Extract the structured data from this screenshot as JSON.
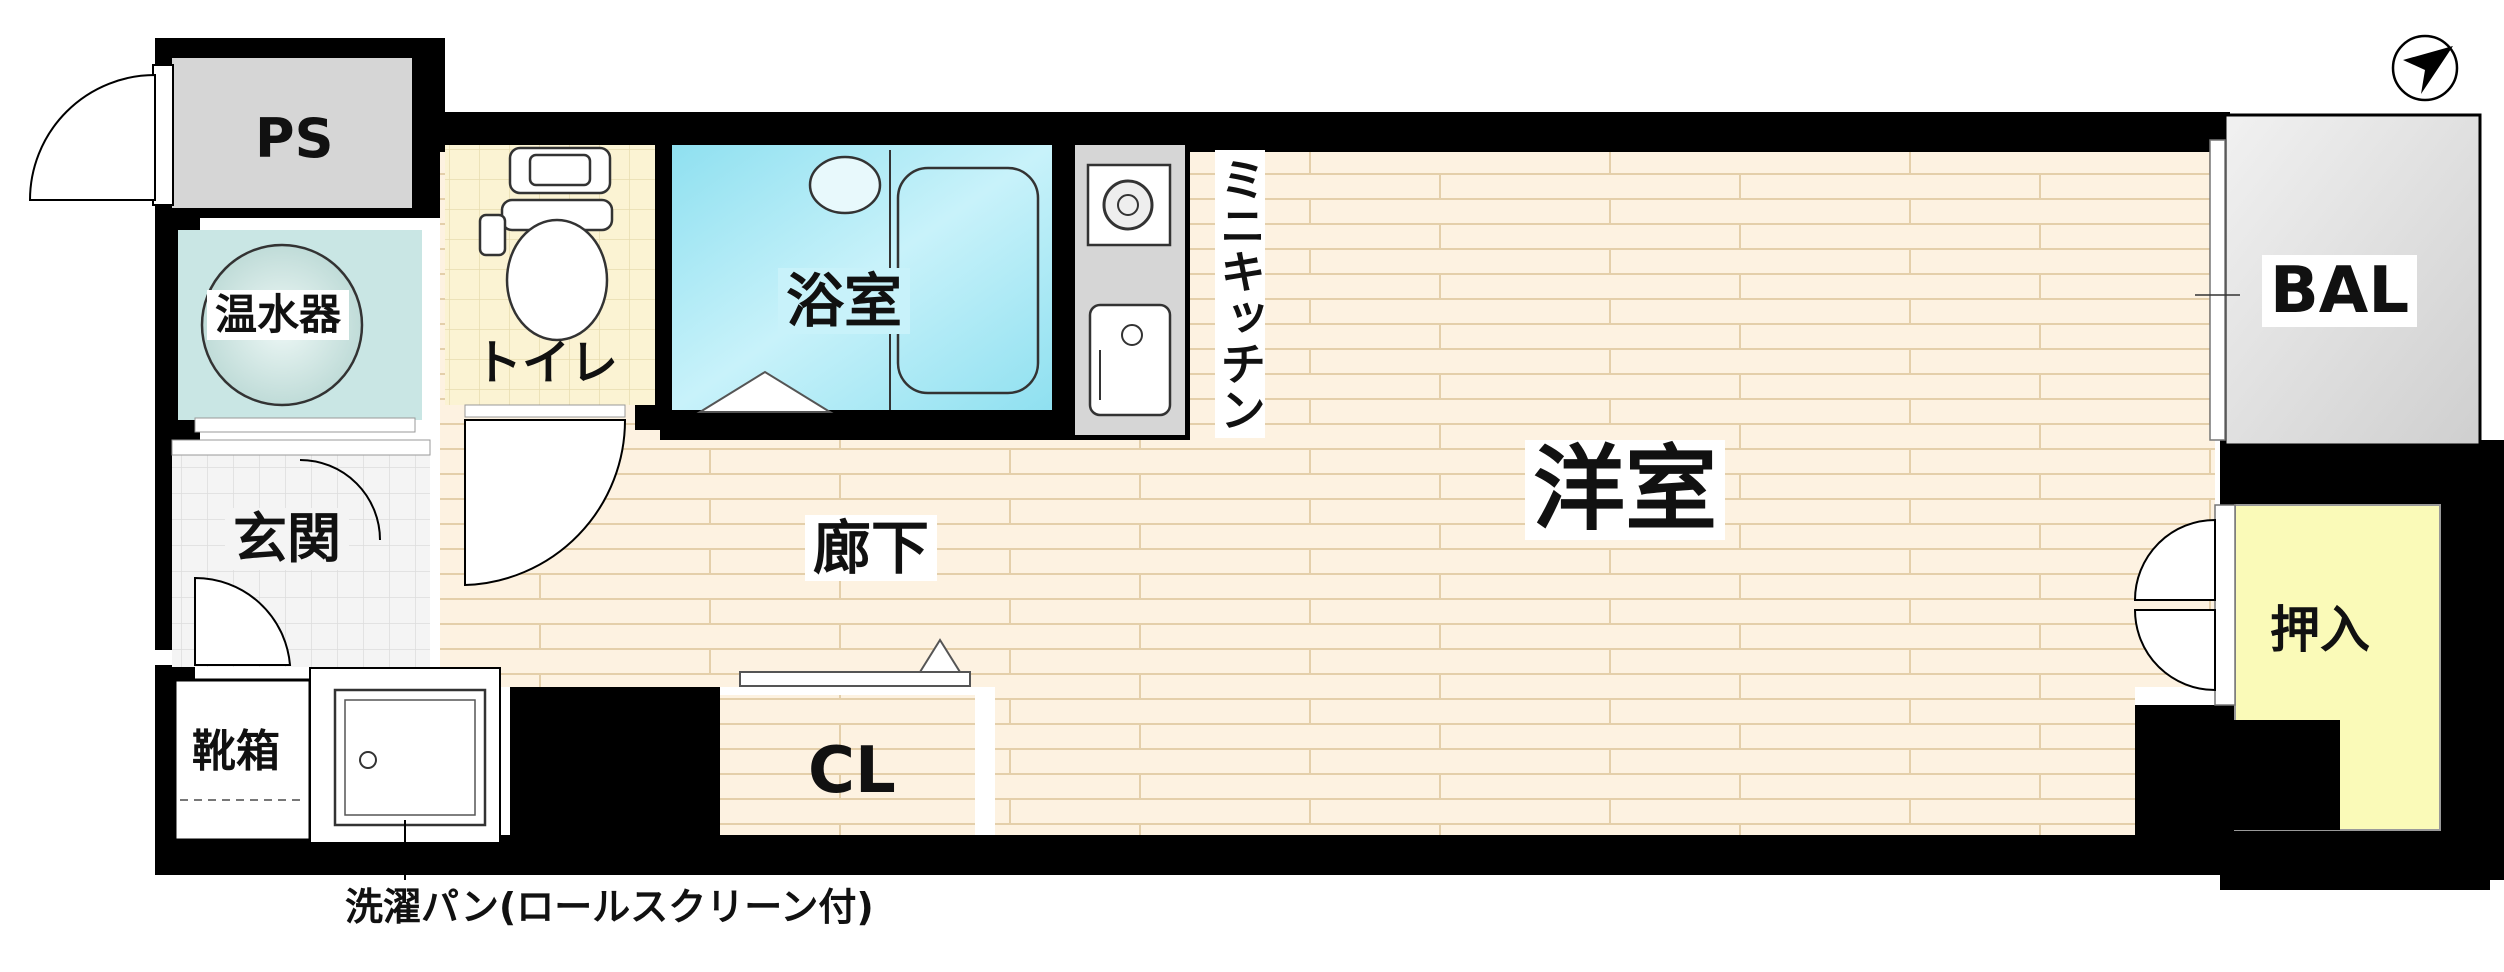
{
  "rooms": {
    "ps": "PS",
    "water_heater": "温水器",
    "toilet": "トイレ",
    "bathroom": "浴室",
    "mini_kitchen": "ミニキッチン",
    "western_room": "洋室",
    "hallway": "廊下",
    "entrance": "玄関",
    "shoe_box": "靴箱",
    "closet": "CL",
    "balcony": "BAL",
    "oshiire": "押入"
  },
  "notes": {
    "laundry_pan": "洗濯パン(ロールスクリーン付)"
  },
  "colors": {
    "wall": "#000000",
    "floor_wood": "#fdf2e1",
    "wood_seam": "#e4cfaa",
    "bath": "#aee9f4",
    "toilet_floor": "#fbf3d3",
    "heater_box": "#c9e6e4",
    "service_gray": "#d6d6d6",
    "closet_yellow": "#fafab8"
  },
  "icons": [
    "north-arrow-icon",
    "washing-machine-icon",
    "sink-icon",
    "stove-icon",
    "toilet-icon",
    "bathtub-icon"
  ]
}
